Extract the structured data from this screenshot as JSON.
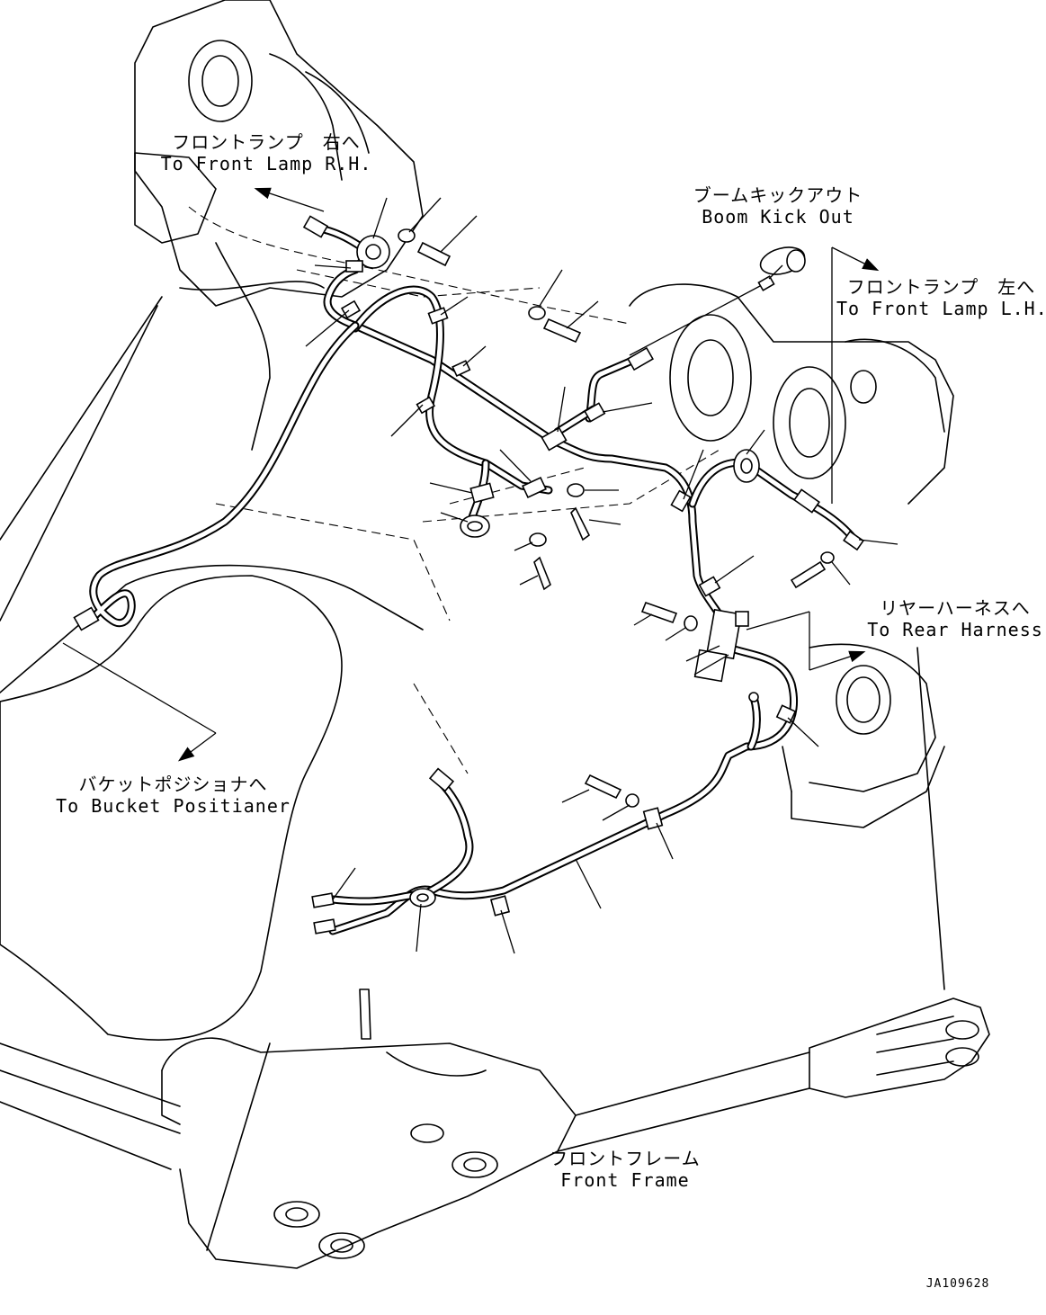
{
  "labels": {
    "front_lamp_rh": {
      "jp": "フロントランプ　右へ",
      "en": "To Front Lamp R.H."
    },
    "boom_kick_out": {
      "jp": "ブームキックアウト",
      "en": "Boom Kick Out"
    },
    "front_lamp_lh": {
      "jp": "フロントランプ　左へ",
      "en": "To Front Lamp L.H."
    },
    "rear_harness": {
      "jp": "リヤーハーネスへ",
      "en": "To Rear Harness"
    },
    "bucket_positioner": {
      "jp": "バケットポジショナへ",
      "en": "To Bucket Positianer"
    },
    "front_frame": {
      "jp": "フロントフレーム",
      "en": "Front Frame"
    },
    "drawing_code": "JA109628"
  }
}
